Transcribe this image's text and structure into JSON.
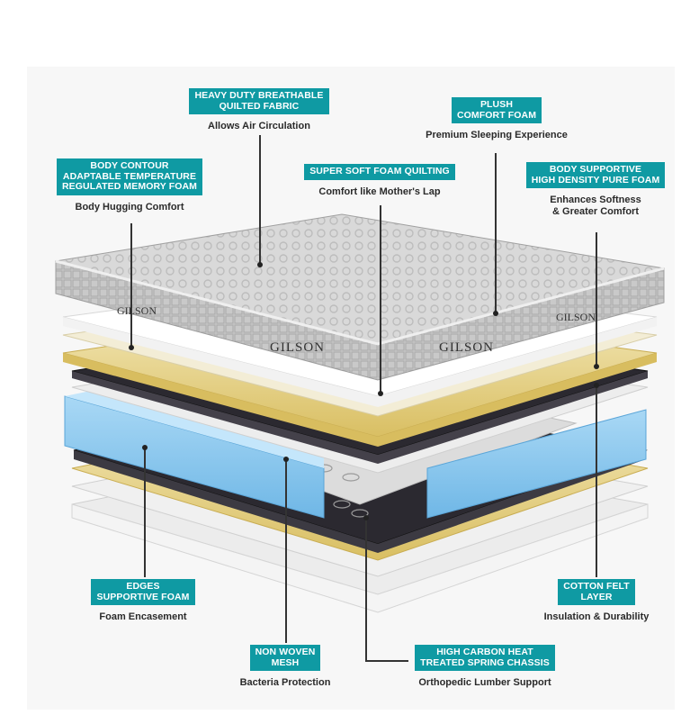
{
  "labels": {
    "fabric": {
      "tag": [
        "HEAVY DUTY BREATHABLE",
        "QUILTED FABRIC"
      ],
      "desc": [
        "Allows Air Circulation"
      ]
    },
    "plush": {
      "tag": [
        "PLUSH",
        "COMFORT FOAM"
      ],
      "desc": [
        "Premium Sleeping Experience"
      ]
    },
    "memory": {
      "tag": [
        "BODY  CONTOUR",
        "ADAPTABLE TEMPERATURE",
        "REGULATED MEMORY FOAM"
      ],
      "desc": [
        "Body Hugging Comfort"
      ]
    },
    "softfoam": {
      "tag": [
        "SUPER SOFT FOAM QUILTING"
      ],
      "desc": [
        "Comfort like Mother's Lap"
      ]
    },
    "highdensity": {
      "tag": [
        "BODY SUPPORTIVE",
        "HIGH DENSITY PURE FOAM"
      ],
      "desc": [
        "Enhances Softness",
        "& Greater Comfort"
      ]
    },
    "edges": {
      "tag": [
        "EDGES",
        "SUPPORTIVE FOAM"
      ],
      "desc": [
        "Foam Encasement"
      ]
    },
    "felt": {
      "tag": [
        "COTTON FELT",
        "LAYER"
      ],
      "desc": [
        "Insulation & Durability"
      ]
    },
    "mesh": {
      "tag": [
        "NON WOVEN",
        "MESH"
      ],
      "desc": [
        "Bacteria Protection"
      ]
    },
    "spring": {
      "tag": [
        "HIGH CARBON HEAT",
        "TREATED SPRING CHASSIS"
      ],
      "desc": [
        "Orthopedic Lumber Support"
      ]
    }
  },
  "brand": "GILSON",
  "colors": {
    "accent": "#0f9aa3",
    "foam_yellow": "#e9d58a",
    "felt_dark": "#2b2930",
    "edge_blue": "#8cc9ee"
  }
}
